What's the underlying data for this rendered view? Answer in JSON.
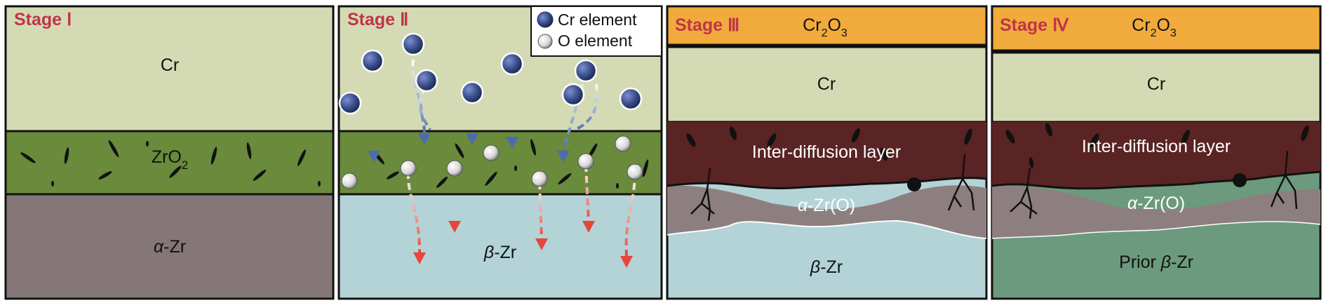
{
  "legend": {
    "cr_label": "Cr element",
    "o_label": "O element"
  },
  "panels": [
    {
      "stage_prefix": "Stage ",
      "stage_numeral": "Ⅰ",
      "cr": "Cr",
      "zro2_base": "ZrO",
      "zro2_sub": "2",
      "alpha_greek": "α",
      "alpha_rest": "-Zr"
    },
    {
      "stage_prefix": "Stage ",
      "stage_numeral": "Ⅱ",
      "beta_greek": "β",
      "beta_rest": "-Zr"
    },
    {
      "stage_prefix": "Stage ",
      "stage_numeral": "Ⅲ",
      "cr2o3_base": "Cr",
      "cr2o3_sub1": "2",
      "cr2o3_mid": "O",
      "cr2o3_sub2": "3",
      "cr": "Cr",
      "interdiff": "Inter-diffusion layer",
      "alpha_greek": "α",
      "alpha_rest": "-Zr(O)",
      "beta_greek": "β",
      "beta_rest": "-Zr"
    },
    {
      "stage_prefix": "Stage ",
      "stage_numeral": "Ⅳ",
      "cr2o3_base": "Cr",
      "cr2o3_sub1": "2",
      "cr2o3_mid": "O",
      "cr2o3_sub2": "3",
      "cr": "Cr",
      "interdiff": "Inter-diffusion layer",
      "alpha_greek": "α",
      "alpha_rest": "-Zr(O)",
      "prior_prefix": "Prior ",
      "prior_greek": "β",
      "prior_rest": "-Zr"
    }
  ],
  "colors": {
    "cr_layer": "#d4dbb4",
    "zro2_layer": "#6a8a3c",
    "alpha_zr": "#857677",
    "beta_zr": "#b3d3d7",
    "cr2o3": "#f0ab3c",
    "interdiff": "#5a2424",
    "alpha_zro": "#8d7f80",
    "prior_beta": "#6c9a7e",
    "stage_text": "#c0344b",
    "cr_atom": "#3b4f8c",
    "o_atom": "#e6e6e6"
  }
}
